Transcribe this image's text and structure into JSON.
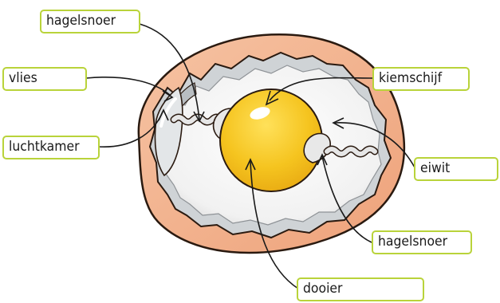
{
  "labels": {
    "hagelsnoer_top": "hagelsnoer",
    "vlies": "vlies",
    "luchtkamer": "luchtkamer",
    "kiemschijf": "kiemschijf",
    "eiwit": "eiwit",
    "hagelsnoer_bottom": "hagelsnoer",
    "dooier": "dooier"
  },
  "colors": {
    "shell": "#f2b48f",
    "shell_outline": "#2a1a10",
    "albumen": "#f4f4f4",
    "yolk": "#f3c21f",
    "label_border": "#b9d33a"
  }
}
